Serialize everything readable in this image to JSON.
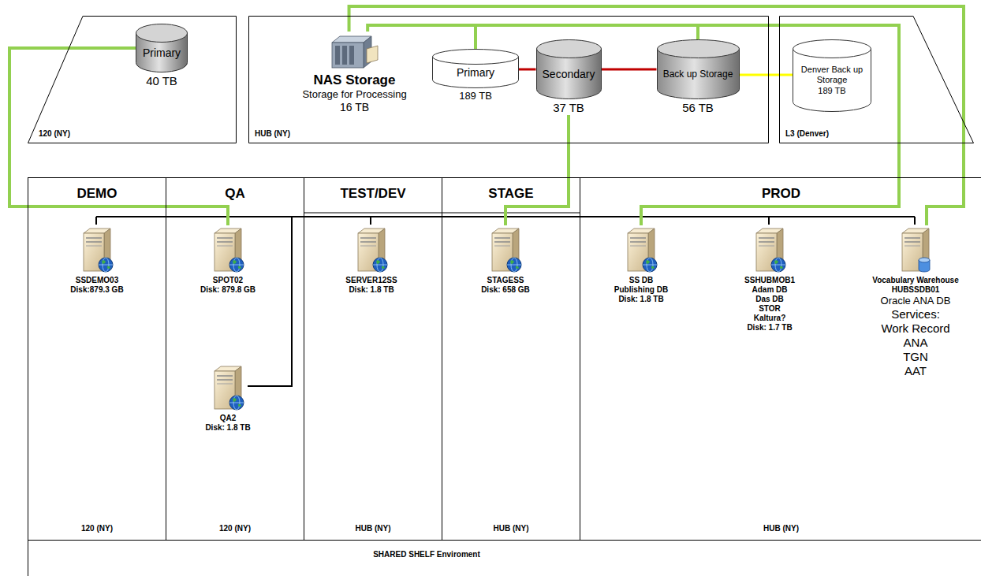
{
  "diagram": {
    "nodes": [
      {
        "text": [
          "120 (NY)"
        ]
      },
      {
        "text": [
          "Primary",
          "40 TB"
        ],
        "in": 0
      },
      {
        "text": [
          "HUB (NY)"
        ]
      },
      {
        "text": [
          "NAS Storage",
          "Storage for Processing",
          "16 TB"
        ],
        "in": 2
      },
      {
        "text": [
          "Primary",
          "189 TB"
        ],
        "in": 2
      },
      {
        "text": [
          "Secondary",
          "37 TB"
        ],
        "in": 2
      },
      {
        "text": [
          "Back up Storage",
          "56 TB"
        ],
        "in": 2
      },
      {
        "text": [
          "L3 (Denver)"
        ]
      },
      {
        "text": [
          "Denver Back up Storage",
          "189 TB"
        ],
        "in": 7
      },
      {
        "text": [
          "SHARED SHELF Enviroment"
        ]
      },
      {
        "text": [
          "DEMO",
          "120 (NY)"
        ],
        "in": 9
      },
      {
        "text": [
          "SSDEMO03",
          "Disk:879.3 GB"
        ],
        "in": 10
      },
      {
        "text": [
          "QA",
          "120 (NY)"
        ],
        "in": 9
      },
      {
        "text": [
          "SPOT02",
          "Disk: 879.8 GB"
        ],
        "in": 12
      },
      {
        "text": [
          "QA2",
          "Disk: 1.8 TB"
        ],
        "in": 12
      },
      {
        "text": [
          "TEST/DEV",
          "HUB (NY)"
        ],
        "in": 9
      },
      {
        "text": [
          "SERVER12SS",
          "Disk: 1.8 TB"
        ],
        "in": 15
      },
      {
        "text": [
          "STAGE",
          "HUB (NY)"
        ],
        "in": 9
      },
      {
        "text": [
          "STAGESS",
          "Disk: 658 GB"
        ],
        "in": 17
      },
      {
        "text": [
          "PROD",
          "HUB (NY)"
        ],
        "in": 9
      },
      {
        "text": [
          "SS DB",
          "Publishing DB",
          "Disk: 1.8 TB"
        ],
        "in": 19
      },
      {
        "text": [
          "SSHUBMOB1",
          "Adam DB",
          "Das DB",
          "STOR",
          "Kaltura?",
          "Disk: 1.7 TB"
        ],
        "in": 19
      },
      {
        "text": [
          "Vocabulary Warehouse",
          "HUBSSDB01",
          "Oracle ANA DB",
          "Services:",
          "Work Record",
          "ANA",
          "TGN",
          "AAT"
        ],
        "in": 19
      }
    ],
    "edges": [
      {
        "from": 1,
        "to": 13,
        "arrow": "none"
      },
      {
        "from": 4,
        "to": 5,
        "arrow": "none"
      },
      {
        "from": 5,
        "to": 6,
        "arrow": "none"
      },
      {
        "from": 6,
        "to": 8,
        "arrow": "none"
      },
      {
        "from": 5,
        "to": 18,
        "arrow": "none"
      },
      {
        "from": 3,
        "to": 22,
        "arrow": "none"
      },
      {
        "from": 3,
        "to": 20,
        "arrow": "none"
      },
      {
        "from": 4,
        "to": 20,
        "arrow": "none"
      },
      {
        "from": 6,
        "to": 20,
        "arrow": "none"
      }
    ]
  }
}
